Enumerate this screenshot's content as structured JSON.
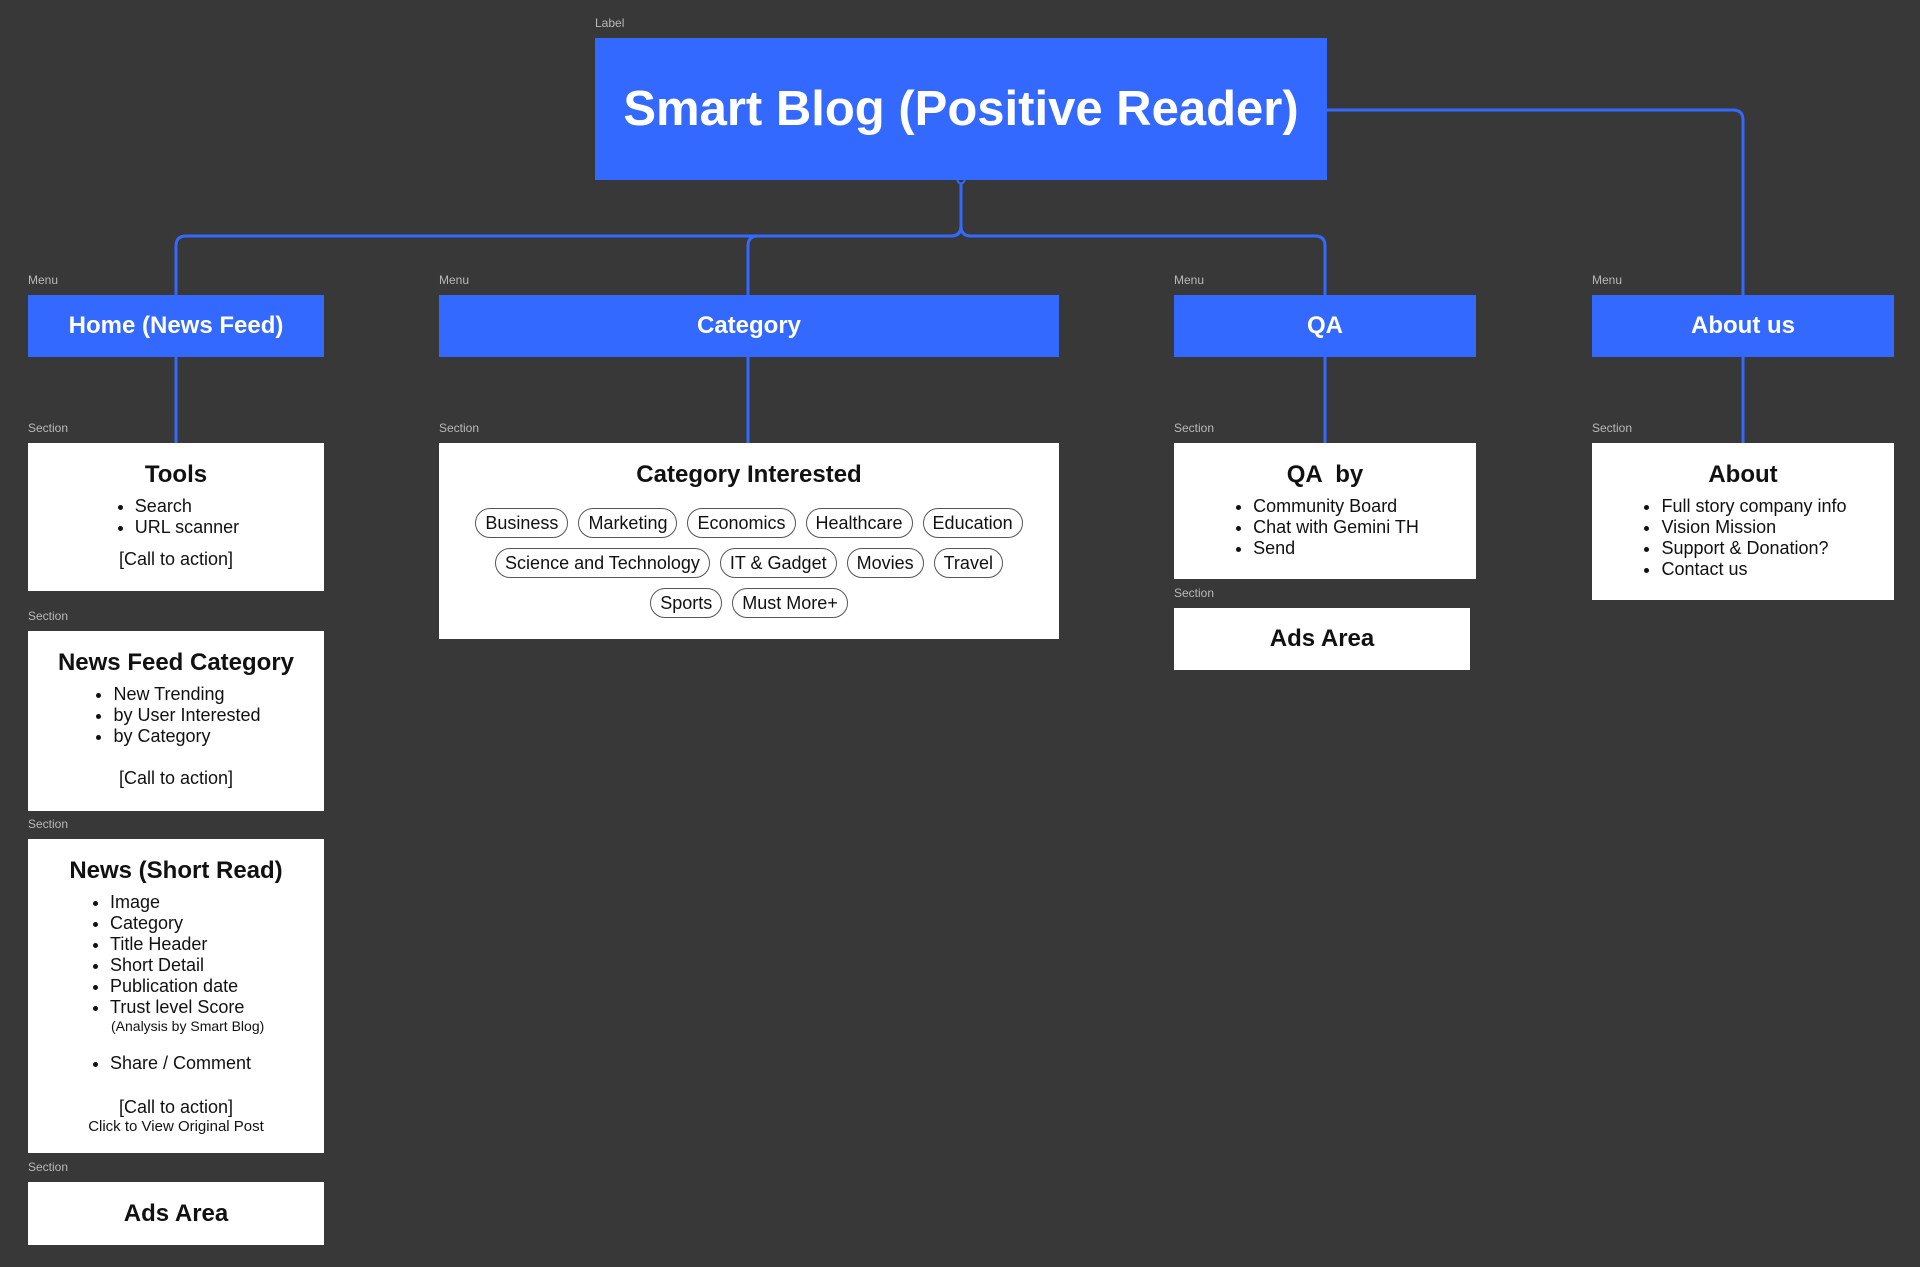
{
  "root": {
    "tag": "Label",
    "title": "Smart Blog (Positive Reader)"
  },
  "menus": [
    {
      "tag": "Menu",
      "label": "Home (News Feed)"
    },
    {
      "tag": "Menu",
      "label": "Category"
    },
    {
      "tag": "Menu",
      "label": "QA"
    },
    {
      "tag": "Menu",
      "label": "About us"
    }
  ],
  "sections": {
    "tools": {
      "tag": "Section",
      "title": "Tools",
      "items": [
        "Search",
        "URL scanner"
      ],
      "cta": "[Call to action]"
    },
    "news_feed_category": {
      "tag": "Section",
      "title": "News Feed Category",
      "items": [
        "New Trending",
        "by User Interested",
        "by Category"
      ],
      "cta": "[Call to action]"
    },
    "news_short_read": {
      "tag": "Section",
      "title": "News (Short Read)",
      "items": [
        "Image",
        "Category",
        "Title Header",
        "Short Detail",
        "Publication date",
        "Trust level Score"
      ],
      "trust_note": "(Analysis by Smart Blog)",
      "share": "Share / Comment",
      "cta": "[Call to action]",
      "cta_note": "Click to View Original Post"
    },
    "home_ads": {
      "tag": "Section",
      "title": "Ads Area"
    },
    "category_interested": {
      "tag": "Section",
      "title": "Category Interested",
      "chips": [
        "Business",
        "Marketing",
        "Economics",
        "Healthcare",
        "Education",
        "Science and Technology",
        "IT & Gadget",
        "Movies",
        "Travel",
        "Sports",
        "Must More+"
      ]
    },
    "qa_by": {
      "tag": "Section",
      "title": "QA  by",
      "items": [
        "Community Board",
        "Chat with Gemini TH",
        "Send"
      ]
    },
    "qa_ads": {
      "tag": "Section",
      "title": "Ads Area"
    },
    "about": {
      "tag": "Section",
      "title": "About",
      "items": [
        "Full story company info",
        "Vision Mission",
        "Support & Donation?",
        "Contact us"
      ]
    }
  },
  "colors": {
    "background": "#383838",
    "accent": "#3369ff",
    "card": "#ffffff",
    "connector": "#3369ff"
  }
}
